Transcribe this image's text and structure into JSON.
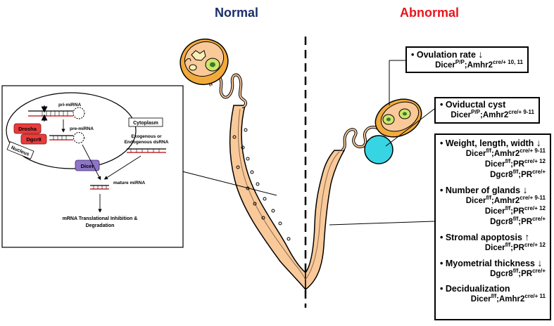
{
  "headers": {
    "normal": "Normal",
    "abnormal": "Abnormal"
  },
  "colors": {
    "normal": "#1a2e6b",
    "abnormal": "#e8141e",
    "tissue": "#f9c99a",
    "ovary": "#f1aa3c",
    "cyst": "#37d5e3"
  },
  "inset": {
    "pri_mirna": "pri-miRNA",
    "pre_mirna": "pre-miRNA",
    "drosha": "Drosha",
    "dgcr8": "Dgcr8",
    "nucleus": "Nucleus",
    "cytoplasm": "Cytoplasm",
    "exo_line1": "Exogenous or",
    "exo_line2": "Endogenous dsRNA",
    "dicer": "Dicer",
    "mature": "mature miRNA",
    "out_line1": "mRNA Translational Inhibition &",
    "out_line2": "Degradation"
  },
  "ovulation": {
    "head": "• Ovulation rate",
    "arrow": "↓",
    "g1": {
      "gene": "Dicer",
      "sup1": "P/P",
      "mid": ";Amhr2",
      "sup2": "cre/+ 10, 11"
    }
  },
  "cyst": {
    "head": "• Oviductal cyst",
    "g1": {
      "gene": "Dicer",
      "sup1": "P/P",
      "mid": ";Amhr2",
      "sup2": "cre/+ 9-11"
    }
  },
  "uterus": [
    {
      "head": "• Weight, length, width",
      "arrow": "↓",
      "genos": [
        {
          "gene": "Dicer",
          "sup1": "f/f",
          "mid": ";Amhr2",
          "sup2": "cre/+ 9-11"
        },
        {
          "gene": "Dicer",
          "sup1": "f/f",
          "mid": ";PR",
          "sup2": "cre/+ 12"
        },
        {
          "gene": "Dgcr8",
          "sup1": "f/f",
          "mid": ";PR",
          "sup2": "cre/+"
        }
      ]
    },
    {
      "head": "• Number of glands",
      "arrow": "↓",
      "genos": [
        {
          "gene": "Dicer",
          "sup1": "f/f",
          "mid": ";Amhr2",
          "sup2": "cre/+ 9-11"
        },
        {
          "gene": "Dicer",
          "sup1": "f/f",
          "mid": ";PR",
          "sup2": "cre/+ 12"
        },
        {
          "gene": "Dgcr8",
          "sup1": "f/f",
          "mid": ";PR",
          "sup2": "cre/+"
        }
      ]
    },
    {
      "head": "• Stromal apoptosis",
      "arrow": "↑",
      "genos": [
        {
          "gene": "Dicer",
          "sup1": "f/f",
          "mid": ";PR",
          "sup2": "cre/+ 12"
        }
      ]
    },
    {
      "head": "• Myometrial thickness",
      "arrow": "↓",
      "genos": [
        {
          "gene": "Dgcr8",
          "sup1": "f/f",
          "mid": ";PR",
          "sup2": "cre/+"
        }
      ]
    },
    {
      "head": "• Decidualization",
      "arrow": "",
      "genos": [
        {
          "gene": "Dicer",
          "sup1": "f/f",
          "mid": ";Amhr2",
          "sup2": "cre/+ 11"
        }
      ]
    }
  ]
}
